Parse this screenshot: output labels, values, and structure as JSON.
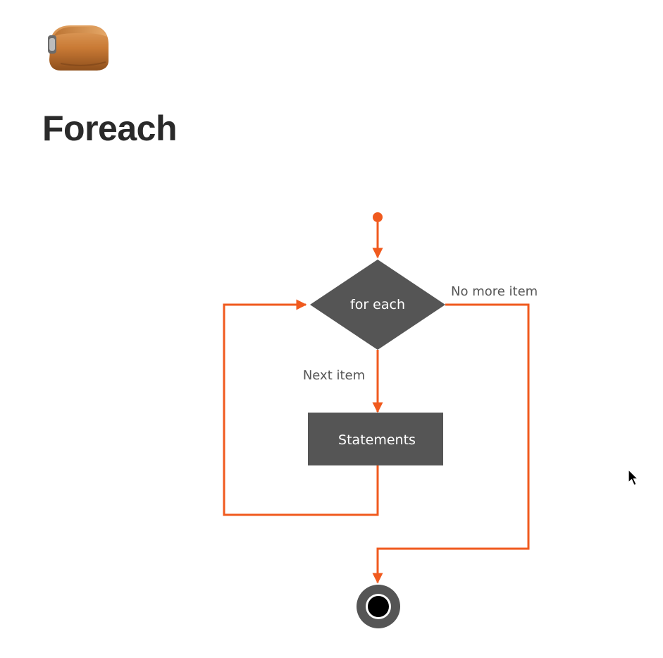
{
  "page": {
    "icon": "toiletry-bag-icon",
    "title": "Foreach"
  },
  "diagram": {
    "accent_color": "#f05a1e",
    "node_color": "#555555",
    "nodes": {
      "decision": "for each",
      "process": "Statements"
    },
    "edges": {
      "next": "Next item",
      "exit": "No more item"
    }
  }
}
